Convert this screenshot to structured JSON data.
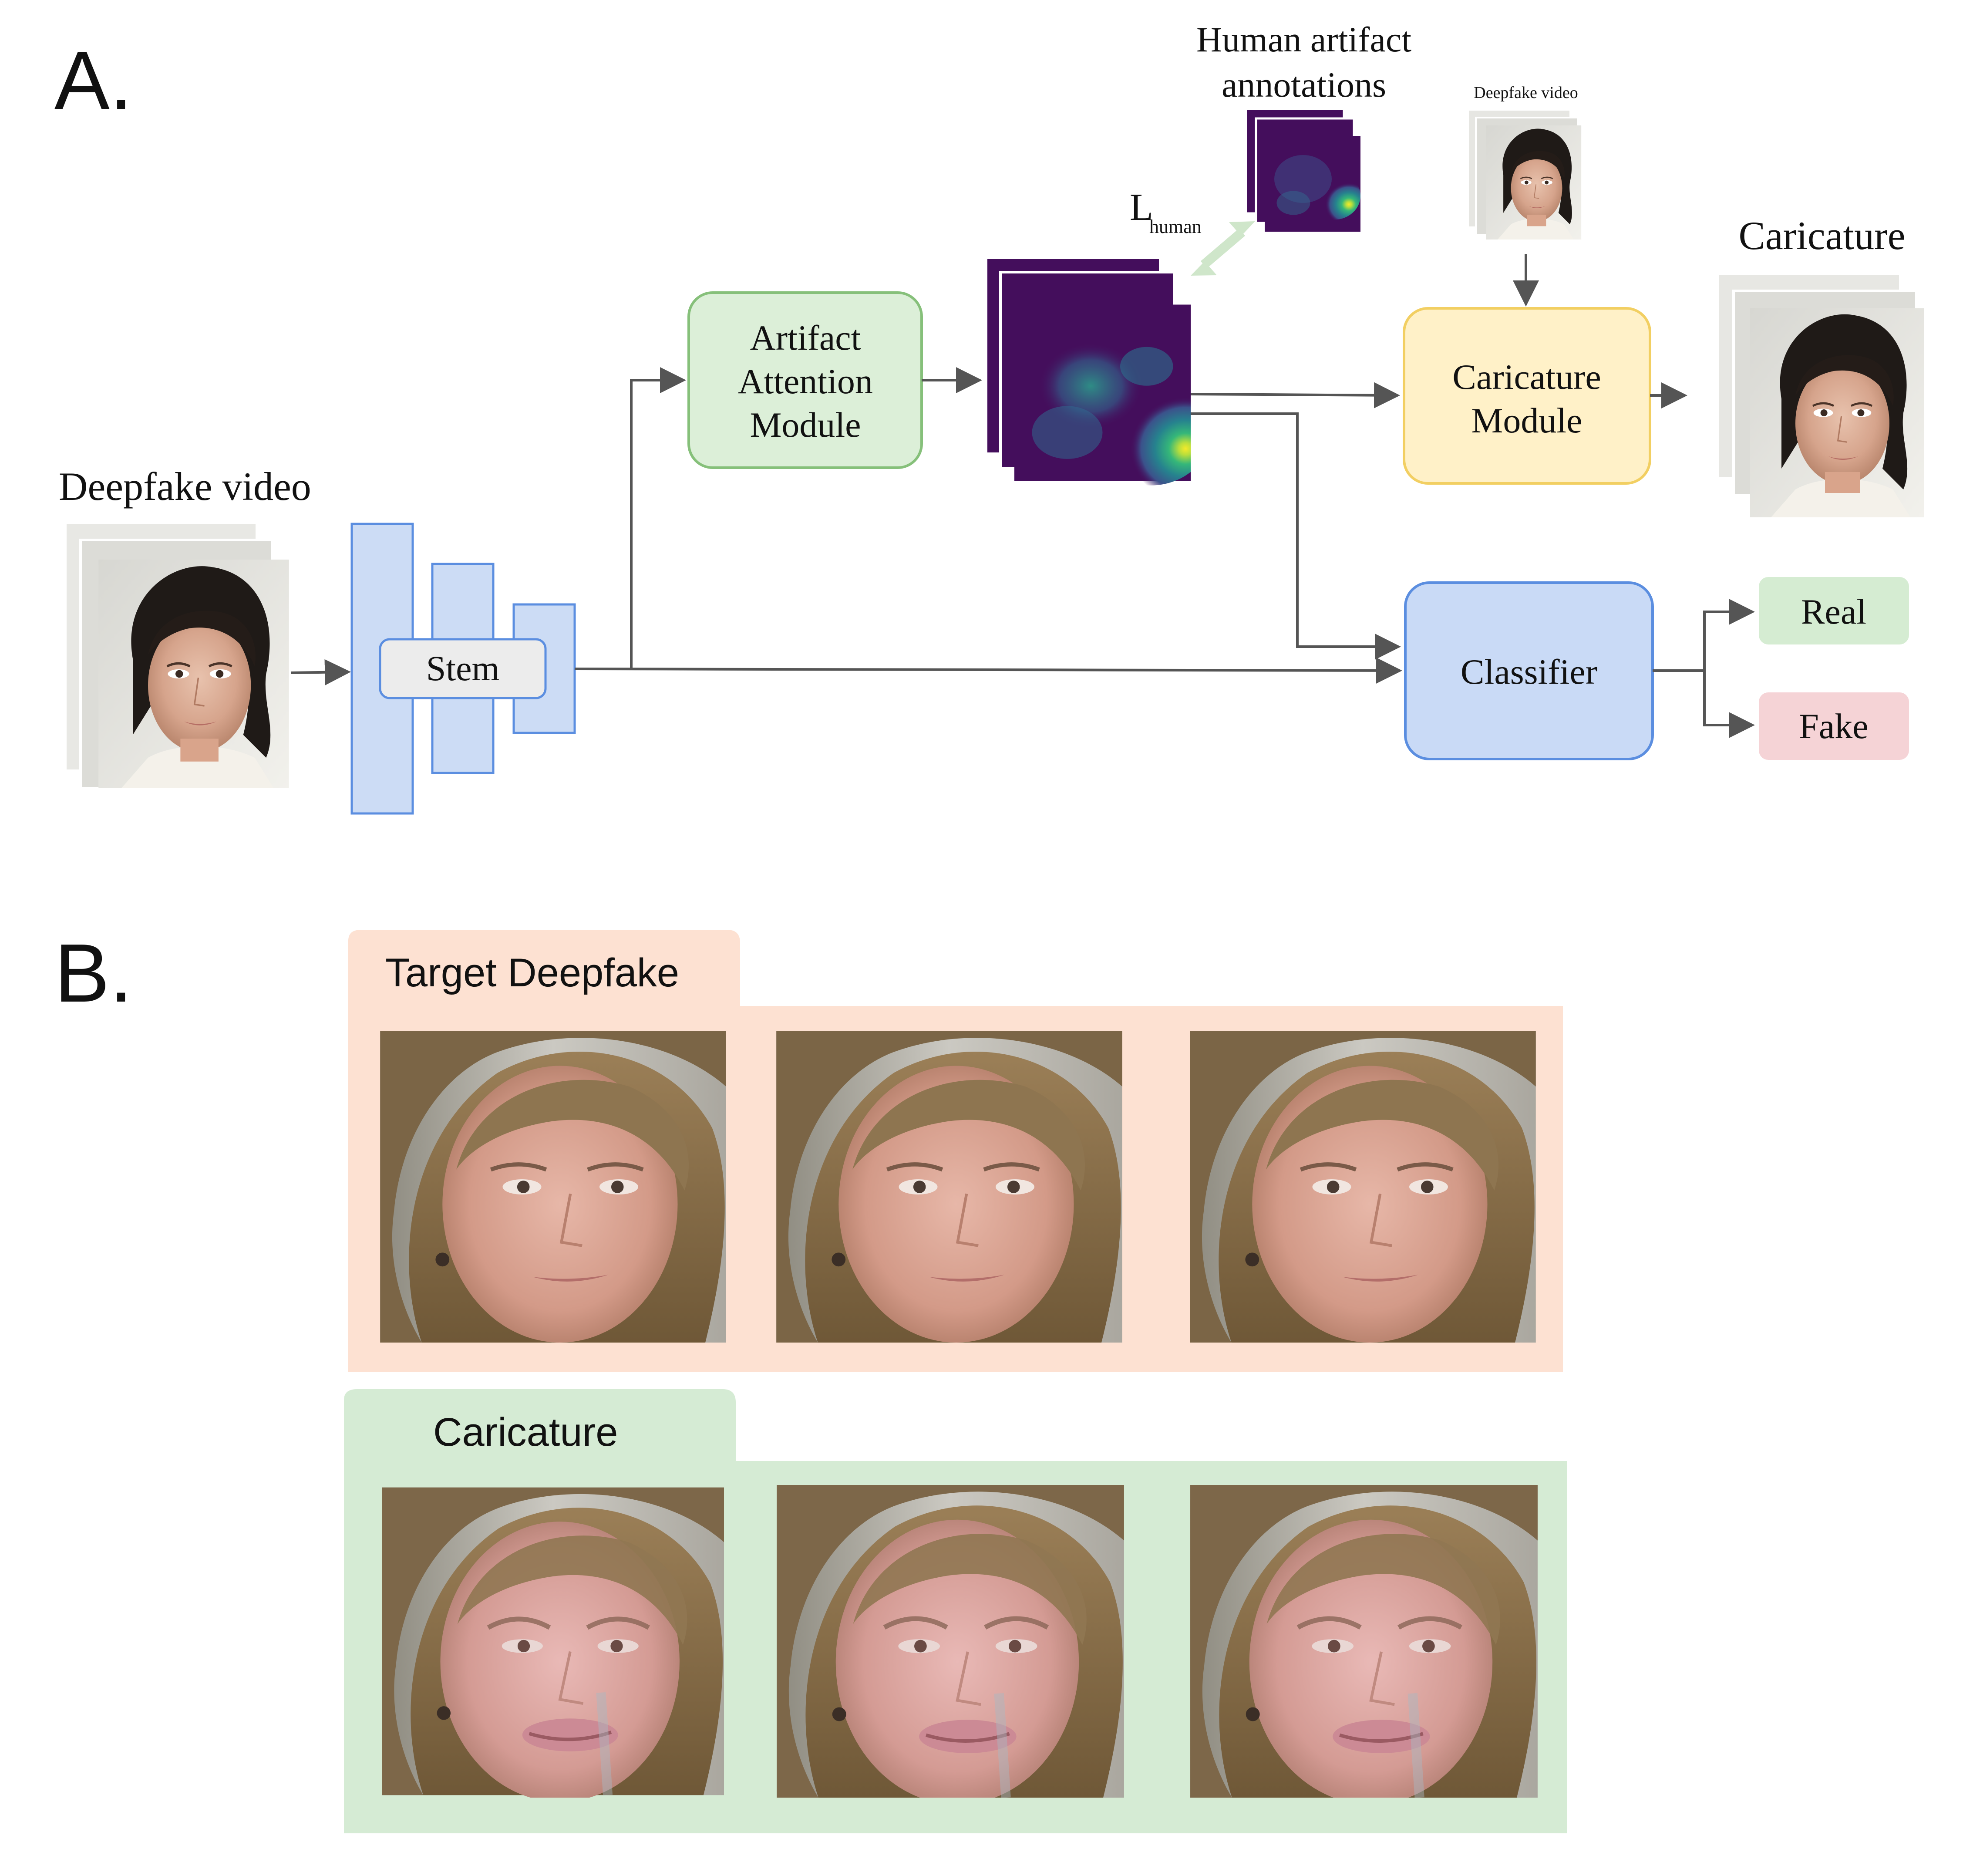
{
  "colors": {
    "stem_blue_fill": "#ccdcf5",
    "stem_blue_stroke": "#5b8ee0",
    "attention_green_fill": "#dcefd8",
    "attention_green_stroke": "#86c07a",
    "caricature_yellow_fill": "#fff1c8",
    "caricature_yellow_stroke": "#f2cf62",
    "classifier_blue_fill": "#c9daf6",
    "classifier_blue_stroke": "#5b8ee0",
    "real_fill": "#d5ecd2",
    "fake_fill": "#f5d3d6",
    "arrow": "#555555",
    "loss_arrow": "#cfe6ca",
    "panel_peach": "#fde1d2",
    "panel_green": "#d5ebd4",
    "heatmap_dark": "#440e5c",
    "heatmap_mid": "#2f8d8c",
    "heatmap_bright": "#dde53a"
  },
  "panel_a": {
    "label": "A.",
    "deepfake_video_label": "Deepfake video",
    "stem_label": "Stem",
    "attention_module": {
      "line1": "Artifact",
      "line2": "Attention",
      "line3": "Module"
    },
    "human_annotations": {
      "line1": "Human artifact",
      "line2": "annotations"
    },
    "loss": {
      "symbol": "L",
      "subscript": "human"
    },
    "small_video_label": "Deepfake video",
    "caricature_module": {
      "line1": "Caricature",
      "line2": "Module"
    },
    "caricature_output_label": "Caricature",
    "classifier_label": "Classifier",
    "outputs": {
      "real": "Real",
      "fake": "Fake"
    }
  },
  "panel_b": {
    "label": "B.",
    "target_tab": "Target Deepfake",
    "caricature_tab": "Caricature"
  }
}
